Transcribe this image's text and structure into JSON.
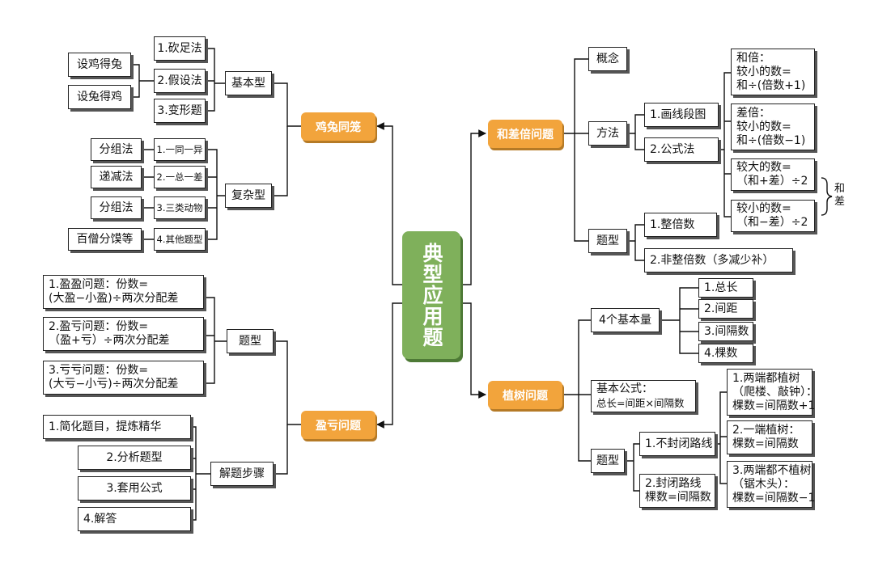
{
  "center": "典型应用题",
  "chicken": {
    "title": "鸡兔同笼",
    "basic": "基本型",
    "basic_methods": [
      "1.砍足法",
      "2.假设法",
      "3.变形题"
    ],
    "basic_sub": [
      "设鸡得兔",
      "设兔得鸡"
    ],
    "complex": "复杂型",
    "complex_methods": [
      "1.一同一异",
      "2.一总一差",
      "3.三类动物",
      "4.其他题型"
    ],
    "complex_sub": [
      "分组法",
      "递减法",
      "分组法",
      "百僧分馍等"
    ]
  },
  "profit": {
    "title": "盈亏问题",
    "types": "题型",
    "type_items": [
      [
        "1.盈盈问题：份数=",
        "(大盈−小盈)÷两次分配差"
      ],
      [
        "2.盈亏问题：份数=",
        "（盈+亏）÷两次分配差"
      ],
      [
        "3.亏亏问题：份数=",
        "(大亏−小亏)÷两次分配差"
      ]
    ],
    "steps": "解题步骤",
    "step_items": [
      "1.简化题目，提炼精华",
      "2.分析题型",
      "3.套用公式",
      "4.解答"
    ]
  },
  "sumdiff": {
    "title": "和差倍问题",
    "concept": "概念",
    "method": "方法",
    "method_items": [
      "1.画线段图",
      "2.公式法"
    ],
    "formulas": [
      [
        "和倍：",
        "较小的数=",
        "和÷(倍数+1)"
      ],
      [
        "差倍：",
        "较小的数=",
        "和÷(倍数−1)"
      ],
      [
        "较大的数=",
        "（和+差）÷2"
      ],
      [
        "较小的数=",
        "（和−差）÷2"
      ]
    ],
    "brace_label": "和差",
    "types": "题型",
    "type_items": [
      "1.整倍数",
      "2.非整倍数（多减少补）"
    ]
  },
  "tree": {
    "title": "植树问题",
    "quantities": "4个基本量",
    "quantity_items": [
      "1.总长",
      "2.间距",
      "3.间隔数",
      "4.棵数"
    ],
    "basic_formula": [
      "基本公式：",
      "总长=间距×间隔数"
    ],
    "types": "题型",
    "open": "1.不封闭路线",
    "open_items": [
      [
        "1.两端都植树",
        "（爬楼、敲钟）：",
        "棵数=间隔数+1"
      ],
      [
        "2.一端植树：",
        "棵数=间隔数"
      ],
      [
        "3.两端都不植树",
        "（锯木头）：",
        "棵数=间隔数−1"
      ]
    ],
    "closed": [
      "2.封闭路线",
      "棵数=间隔数"
    ]
  }
}
